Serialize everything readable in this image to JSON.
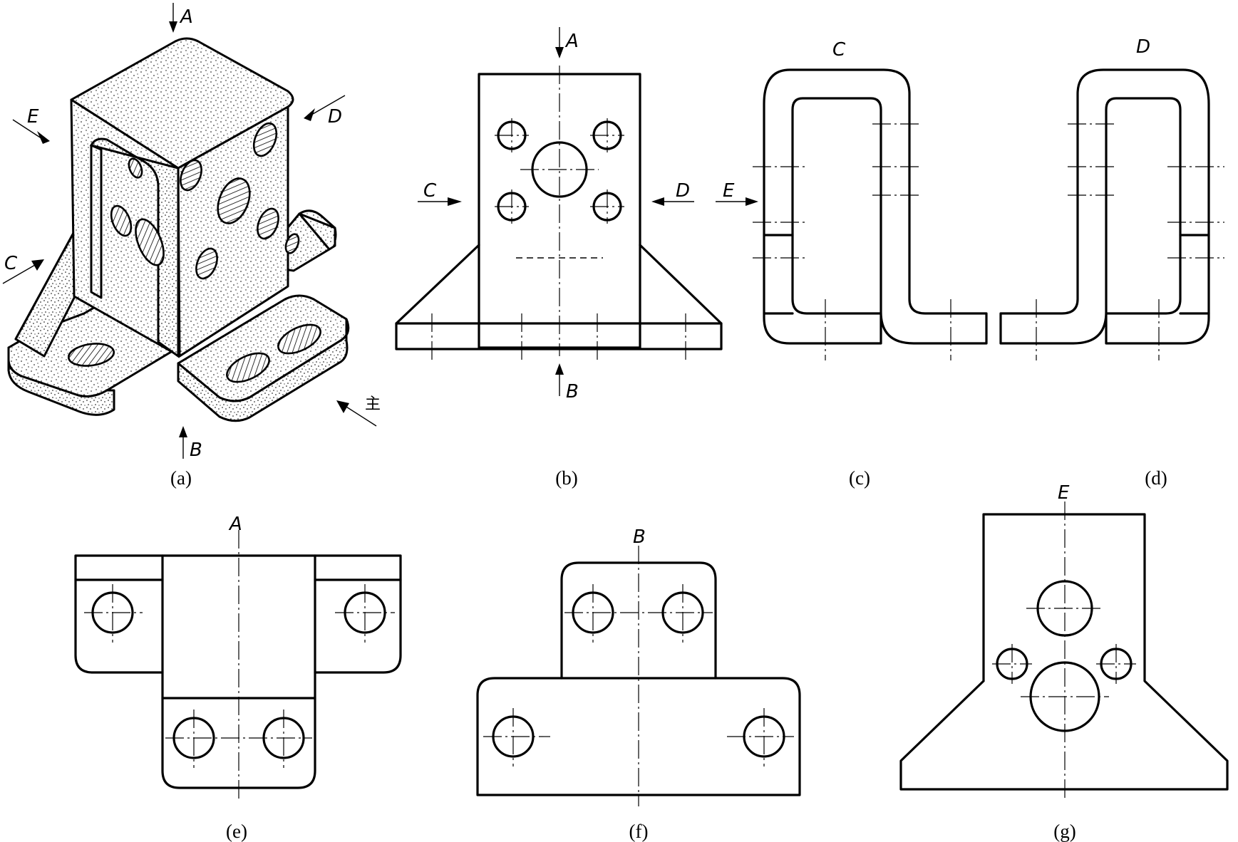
{
  "view_letters": {
    "A": "A",
    "B": "B",
    "C": "C",
    "D": "D",
    "E": "E",
    "main": "主"
  },
  "captions": {
    "a": "(a)",
    "b": "(b)",
    "c": "(c)",
    "d": "(d)",
    "e": "(e)",
    "f": "(f)",
    "g": "(g)"
  },
  "colors": {
    "ink": "#000000",
    "paper": "#ffffff"
  }
}
